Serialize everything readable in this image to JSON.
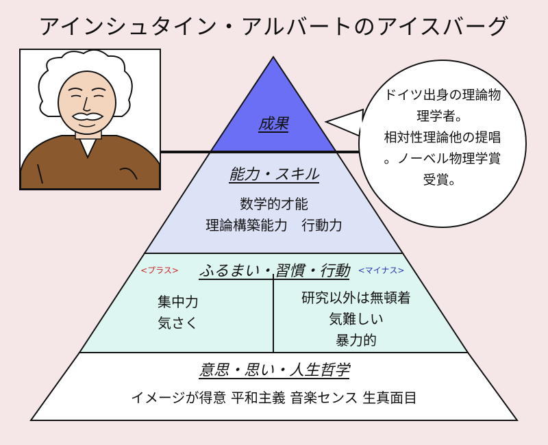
{
  "title": "アインシュタイン・アルバートのアイスバーグ",
  "speech_bubble": {
    "lines": [
      "ドイツ出身の理論物",
      "理学者。",
      "相対性理論他の提唱",
      "。ノーベル物理学賞",
      "受賞。"
    ]
  },
  "pyramid": {
    "result": {
      "label": "成果",
      "color": "#6b6ff5"
    },
    "skills": {
      "label": "能力・スキル",
      "lines": [
        "数学的才能",
        "理論構築能力　行動力"
      ],
      "color": "#dde3f7"
    },
    "behavior": {
      "label": "ふるまい・習慣・行動",
      "plus_tag": "<プラス>",
      "minus_tag": "<マイナス>",
      "plus_lines": [
        "集中力",
        "気さく"
      ],
      "minus_lines": [
        "研究以外は無頓着",
        "気難しい",
        "暴力的"
      ],
      "color": "#def6f2",
      "plus_color": "#cc2222",
      "minus_color": "#2233aa"
    },
    "values": {
      "label": "意思・思い・人生哲学",
      "text": "イメージが得意 平和主義 音楽センス 生真面目",
      "color": "#ffffff"
    }
  },
  "portrait": {
    "icon": "einstein-portrait"
  }
}
